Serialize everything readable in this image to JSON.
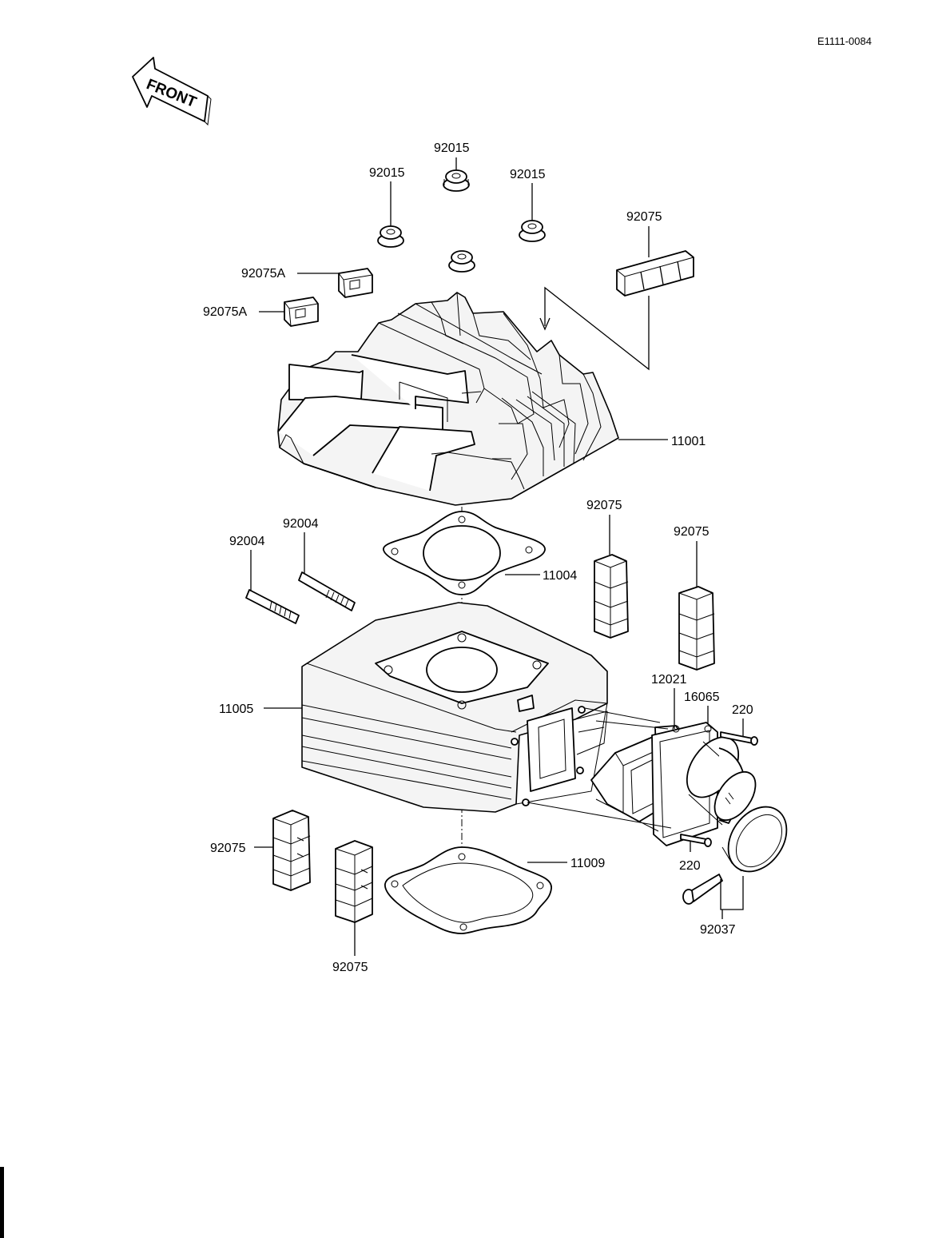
{
  "reference_code": "E1111-0084",
  "front_label": "FRONT",
  "parts": {
    "nut_1": "92015",
    "nut_2": "92015",
    "nut_3": "92015",
    "damper_a_1": "92075A",
    "damper_a_2": "92075A",
    "damper_top": "92075",
    "cylinder_head": "11001",
    "stud_1": "92004",
    "stud_2": "92004",
    "head_gasket": "11004",
    "damper_mid_1": "92075",
    "damper_mid_2": "92075",
    "cylinder": "11005",
    "reed_valve": "12021",
    "reed_gasket": "16065",
    "bolt_1": "220",
    "bolt_2": "220",
    "damper_low_1": "92075",
    "damper_low_2": "92075",
    "base_gasket": "11009",
    "clamp_bolt": "92037"
  }
}
